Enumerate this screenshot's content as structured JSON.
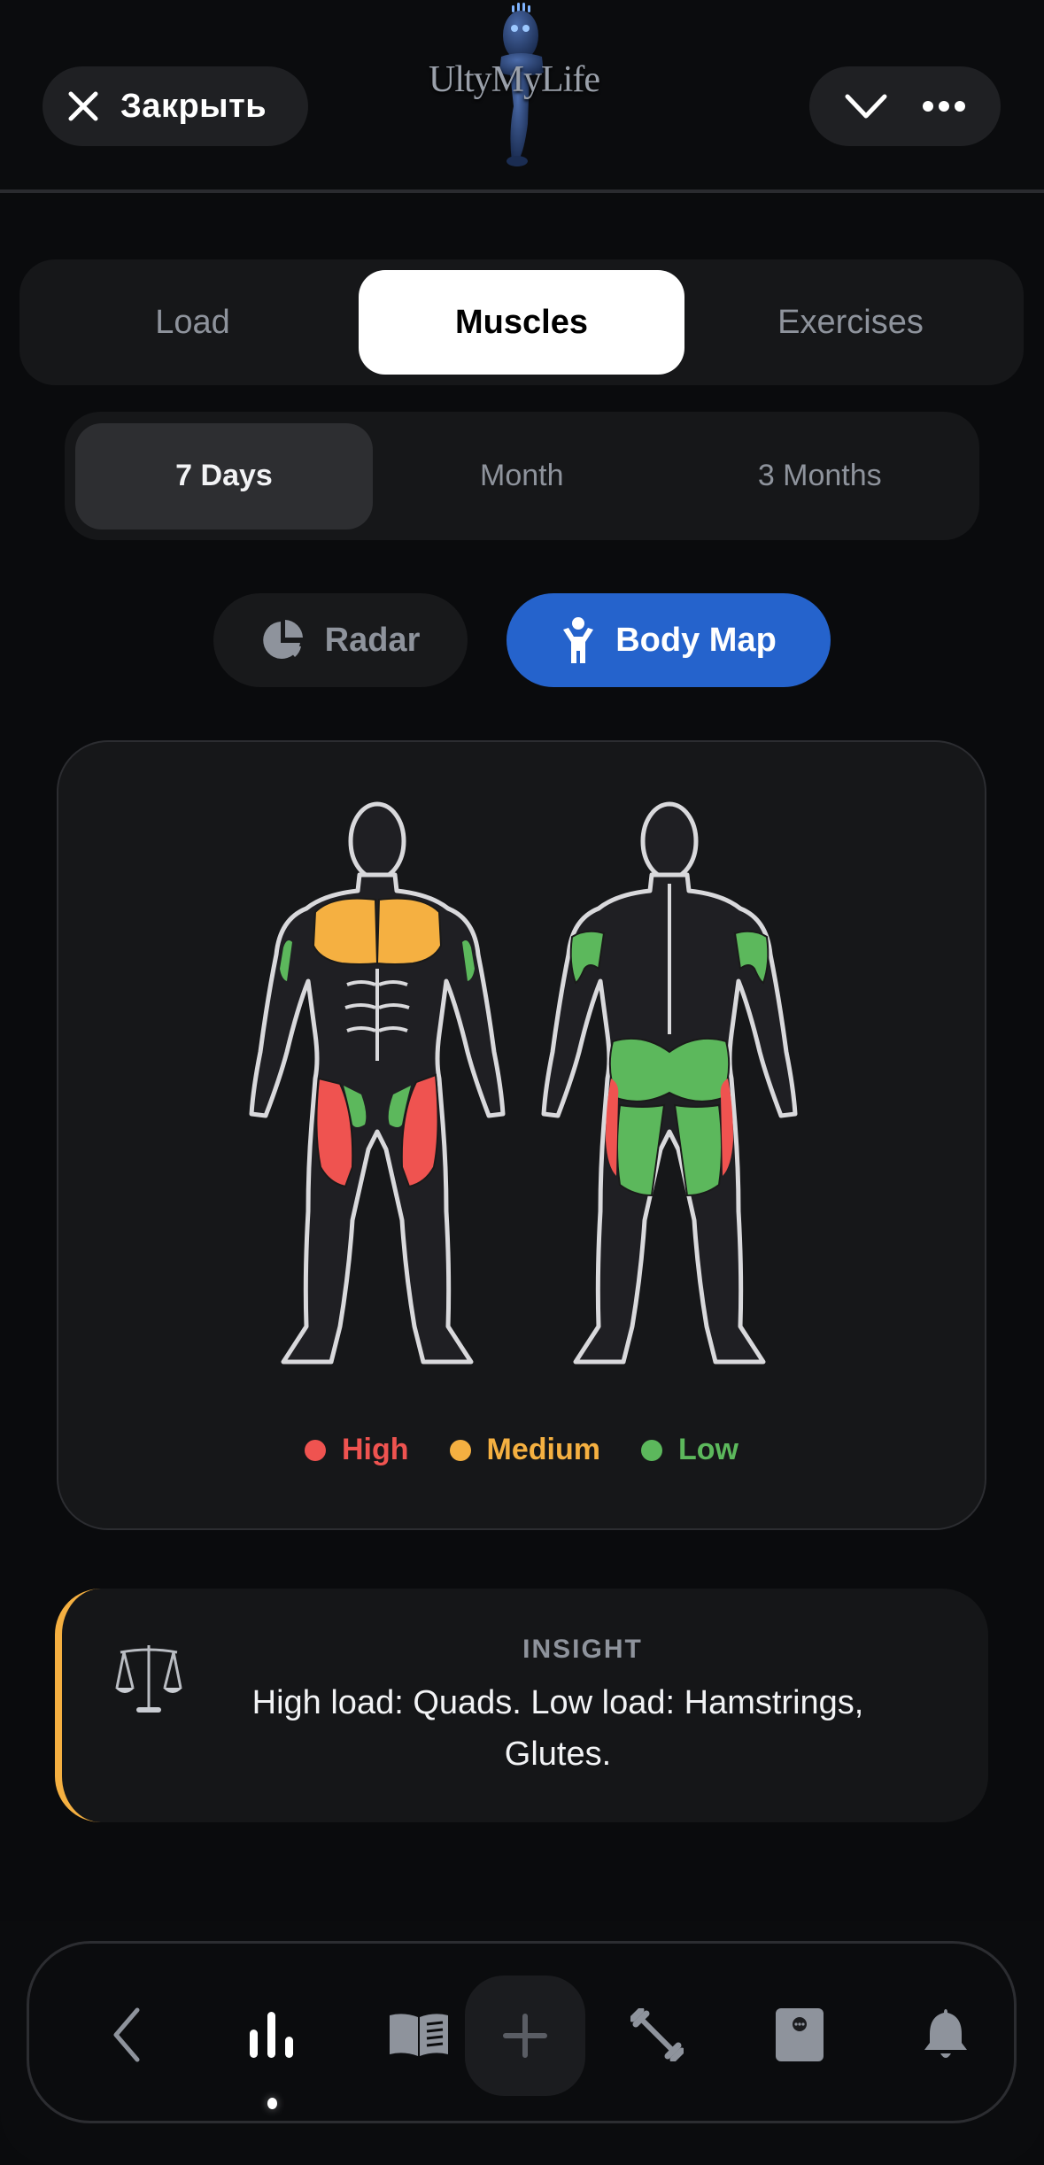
{
  "header": {
    "close_label": "Закрыть",
    "logo_text": "UltyMyLife",
    "icons": [
      "close-icon",
      "chevron-down-icon",
      "more-icon"
    ]
  },
  "main_tabs": [
    {
      "label": "Load",
      "active": false
    },
    {
      "label": "Muscles",
      "active": true
    },
    {
      "label": "Exercises",
      "active": false
    }
  ],
  "period_tabs": [
    {
      "label": "7 Days",
      "active": true
    },
    {
      "label": "Month",
      "active": false
    },
    {
      "label": "3 Months",
      "active": false
    }
  ],
  "view_toggle": {
    "radar": {
      "label": "Radar",
      "icon": "pie-chart-icon",
      "active": false
    },
    "body_map": {
      "label": "Body Map",
      "icon": "person-icon",
      "active": true
    }
  },
  "body_map": {
    "front": {
      "chest": "medium",
      "quads": "high",
      "adductors": "low",
      "biceps": "low"
    },
    "back": {
      "triceps": "low",
      "glutes": "low",
      "hamstrings": "low",
      "outer_thighs": "high"
    },
    "legend": [
      {
        "label": "High",
        "color": "#ef5350"
      },
      {
        "label": "Medium",
        "color": "#f5b041"
      },
      {
        "label": "Low",
        "color": "#5cb85c"
      }
    ]
  },
  "insight": {
    "title": "INSIGHT",
    "icon": "scales-icon",
    "text": "High load: Quads. Low load: Hamstrings, Glutes.",
    "accent": "#f5b041"
  },
  "bottom_nav": {
    "items": [
      "back-icon",
      "stats-icon",
      "journal-icon",
      "add-icon",
      "dumbbell-icon",
      "chat-icon",
      "bell-icon"
    ],
    "active_index": 1
  },
  "colors": {
    "background": "#0a0b0d",
    "card": "#161719",
    "accent_blue": "#2563cc",
    "high": "#ef5350",
    "medium": "#f5b041",
    "low": "#5cb85c"
  }
}
